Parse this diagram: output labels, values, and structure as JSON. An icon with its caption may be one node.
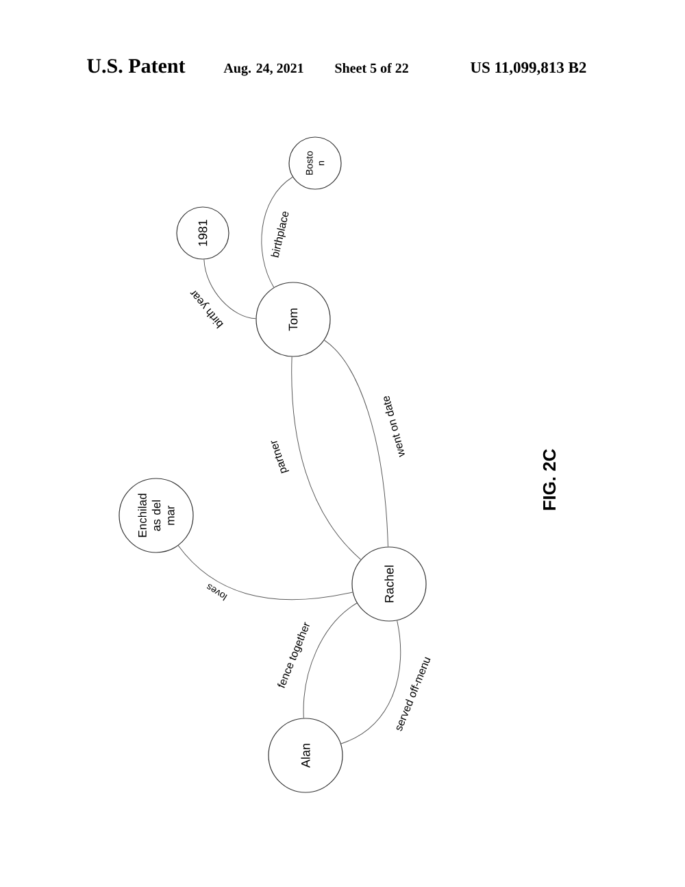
{
  "diagram": {
    "nodes": [
      {
        "text": [
          "Bosto n"
        ]
      },
      {
        "text": [
          "1981"
        ]
      },
      {
        "text": [
          "Tom"
        ]
      },
      {
        "text": [
          "Enchilad as del mar"
        ]
      },
      {
        "text": [
          "Rachel"
        ]
      },
      {
        "text": [
          "Alan"
        ]
      }
    ],
    "edges": [
      {
        "from": 2,
        "to": 0,
        "arrow": "none",
        "label": "birthplace"
      },
      {
        "from": 2,
        "to": 1,
        "arrow": "none",
        "label": "birth year"
      },
      {
        "from": 2,
        "to": 4,
        "arrow": "none",
        "label": "partner"
      },
      {
        "from": 2,
        "to": 4,
        "arrow": "none",
        "label": "went on date"
      },
      {
        "from": 4,
        "to": 3,
        "arrow": "none",
        "label": "loves"
      },
      {
        "from": 5,
        "to": 4,
        "arrow": "none",
        "label": "fence together"
      },
      {
        "from": 4,
        "to": 5,
        "arrow": "none",
        "label": "served off-menu"
      }
    ],
    "labels": [
      "U.S. Patent",
      "Aug. 24, 2021",
      "Sheet 5 of 22",
      "US 11,099,813 B2",
      "FIG. 2C"
    ]
  }
}
